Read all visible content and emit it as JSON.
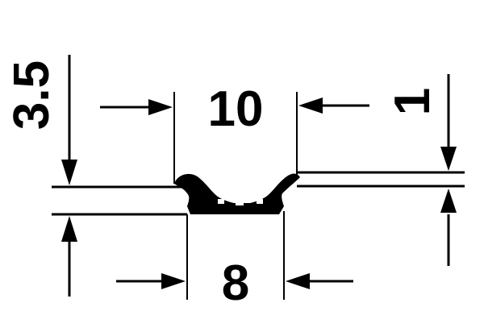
{
  "dimensions": {
    "top_width": "10",
    "bottom_width": "8",
    "height": "3.5",
    "thickness": "1"
  },
  "colors": {
    "stroke": "#000000",
    "background": "#ffffff"
  }
}
